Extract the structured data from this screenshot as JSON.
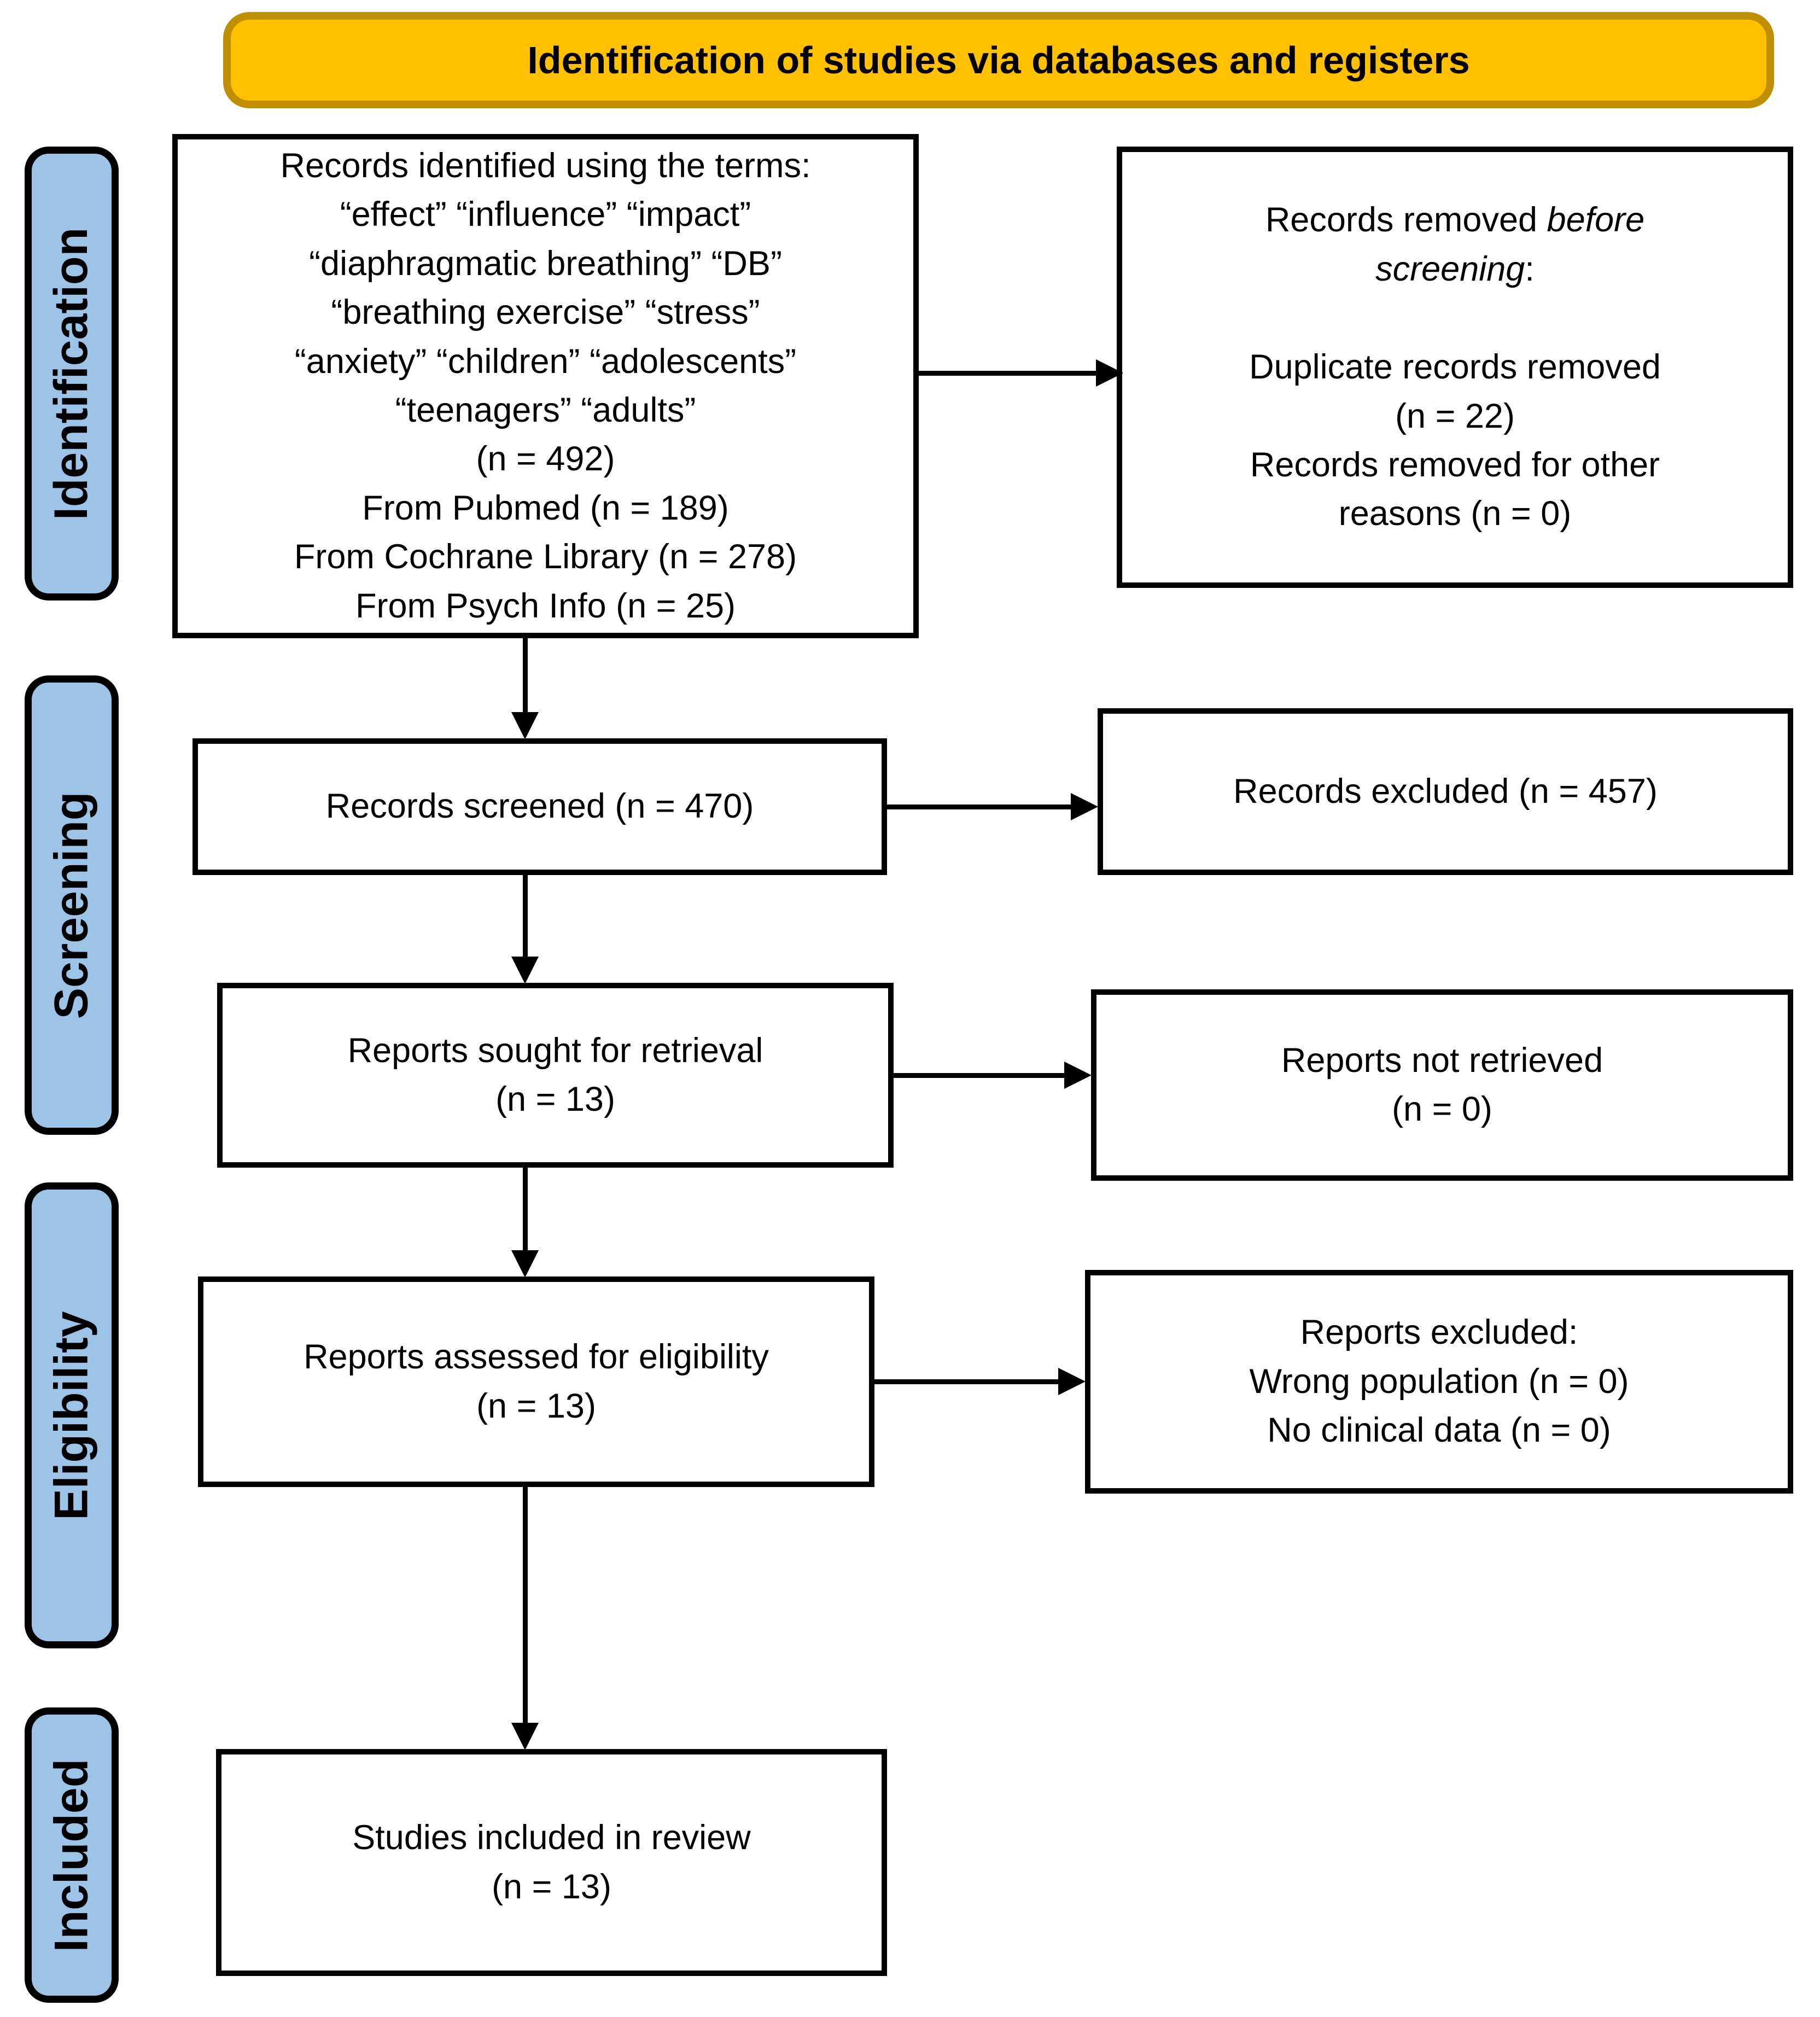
{
  "banner": {
    "title": "Identification of studies via databases and registers",
    "fill_color": "#FFC000",
    "border_color": "#BF8F00"
  },
  "stages": {
    "fill_color": "#9DC3E6",
    "identification": "Identification",
    "screening": "Screening",
    "eligibility": "Eligibility",
    "included": "Included"
  },
  "boxes": {
    "identified": {
      "lines": [
        "Records identified using the terms:",
        "“effect” “influence” “impact”",
        "“diaphragmatic breathing” “DB”",
        "“breathing exercise” “stress”",
        "“anxiety” “children” “adolescents”",
        "“teenagers” “adults”",
        "(n = 492)",
        "From Pubmed (n = 189)",
        "From Cochrane Library (n = 278)",
        "From Psych Info (n = 25)"
      ]
    },
    "removed": {
      "line1_regular": "Records removed ",
      "line1_italic": "before",
      "line2_italic": "screening",
      "line2_regular": ":",
      "detail_lines": [
        "Duplicate records removed",
        "(n = 22)",
        "Records removed for other",
        "reasons (n = 0)"
      ]
    },
    "screened": {
      "lines": [
        "Records screened (n = 470)"
      ]
    },
    "excluded": {
      "lines": [
        "Records excluded (n = 457)"
      ]
    },
    "sought": {
      "lines": [
        "Reports sought for retrieval",
        "(n = 13)"
      ]
    },
    "not_retrieved": {
      "lines": [
        "Reports not retrieved",
        "(n = 0)"
      ]
    },
    "assessed": {
      "lines": [
        "Reports assessed for eligibility",
        "(n = 13)"
      ]
    },
    "reports_excluded": {
      "lines": [
        "Reports excluded:",
        "Wrong population (n = 0)",
        "No clinical data (n = 0)"
      ]
    },
    "included_review": {
      "lines": [
        "Studies included in review",
        "(n = 13)"
      ]
    }
  }
}
